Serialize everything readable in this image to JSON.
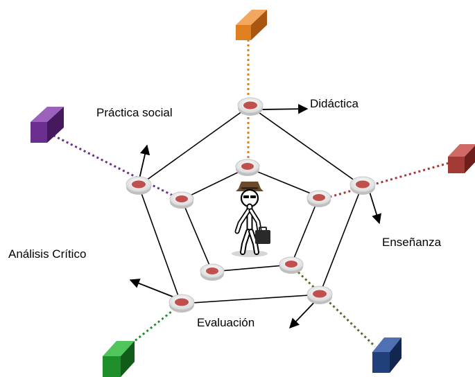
{
  "labels": {
    "didactica": "Didáctica",
    "practica_social": "Práctica social",
    "ensenanza": "Enseñanza",
    "analisis_critico": "Análisis Crítico",
    "evaluacion": "Evaluación"
  },
  "colors": {
    "orange": "#e07f1f",
    "purple": "#6a2f8f",
    "red": "#a23a36",
    "green": "#1f8f2c",
    "blue": "#213f7a",
    "olive": "#5d6a2c",
    "node_dot": "#c0504d"
  },
  "icons": {
    "center": "businessman-figure-icon"
  }
}
